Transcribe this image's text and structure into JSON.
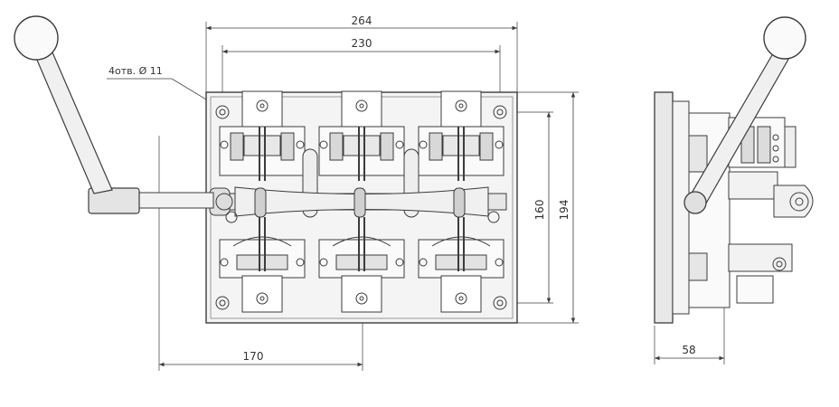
{
  "front_view": {
    "dim_overall_width": "264",
    "dim_hole_spacing_width": "230",
    "dim_hole_spacing_height": "160",
    "dim_overall_height": "194",
    "dim_handle_offset": "170",
    "hole_note": "4отв. Ø 11"
  },
  "side_view": {
    "dim_depth": "58"
  },
  "colors": {
    "line": "#3c3c3c",
    "plate": "#f4f4f4",
    "shade": "#b8b8b8",
    "dark": "#555555"
  }
}
